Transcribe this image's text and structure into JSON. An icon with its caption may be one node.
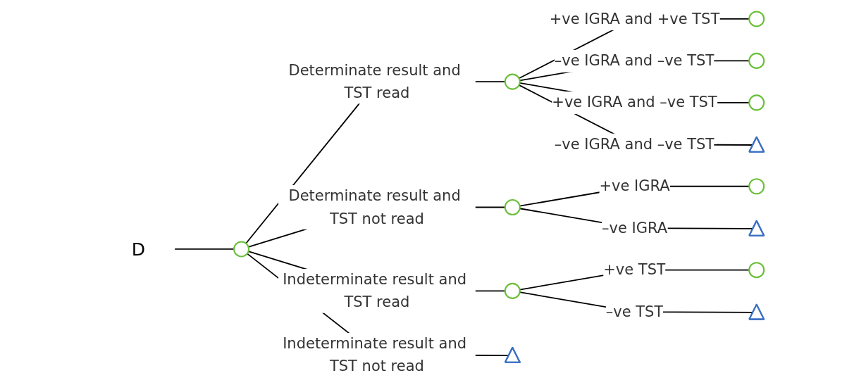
{
  "diagram": {
    "nodes": [
      {
        "text": [
          "D"
        ]
      },
      {
        "text": [],
        "shape": "circle"
      },
      {
        "text": [],
        "shape": "circle"
      },
      {
        "text": [],
        "shape": "circle"
      },
      {
        "text": [],
        "shape": "circle"
      },
      {
        "text": [],
        "shape": "circle"
      },
      {
        "text": [],
        "shape": "triangle"
      },
      {
        "text": [],
        "shape": "circle"
      },
      {
        "text": [],
        "shape": "circle"
      },
      {
        "text": [],
        "shape": "triangle"
      },
      {
        "text": [],
        "shape": "circle"
      },
      {
        "text": [],
        "shape": "circle"
      },
      {
        "text": [],
        "shape": "triangle"
      },
      {
        "text": [],
        "shape": "triangle"
      }
    ],
    "edges": [
      {
        "from": 0,
        "to": 1,
        "arrow": "none"
      },
      {
        "from": 1,
        "to": 2,
        "arrow": "none",
        "label": "Determinate result and TST read"
      },
      {
        "from": 2,
        "to": 3,
        "arrow": "none",
        "label": "+ve IGRA and +ve TST"
      },
      {
        "from": 2,
        "to": 4,
        "arrow": "none",
        "label": "–ve IGRA and –ve TST"
      },
      {
        "from": 2,
        "to": 5,
        "arrow": "none",
        "label": "+ve IGRA and –ve TST"
      },
      {
        "from": 2,
        "to": 6,
        "arrow": "none",
        "label": "–ve IGRA and –ve TST"
      },
      {
        "from": 1,
        "to": 7,
        "arrow": "none",
        "label": "Determinate result and TST not read"
      },
      {
        "from": 7,
        "to": 8,
        "arrow": "none",
        "label": "+ve IGRA"
      },
      {
        "from": 7,
        "to": 9,
        "arrow": "none",
        "label": "–ve IGRA"
      },
      {
        "from": 1,
        "to": 10,
        "arrow": "none",
        "label": "Indeterminate result and TST read"
      },
      {
        "from": 10,
        "to": 11,
        "arrow": "none",
        "label": "+ve TST"
      },
      {
        "from": 10,
        "to": 12,
        "arrow": "none",
        "label": "–ve TST"
      },
      {
        "from": 1,
        "to": 13,
        "arrow": "none",
        "label": "Indeterminate result and TST not read"
      }
    ]
  }
}
